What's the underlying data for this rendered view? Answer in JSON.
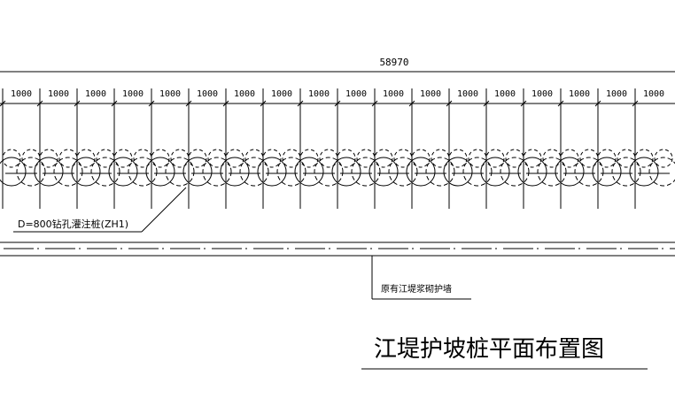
{
  "drawing": {
    "overall_dimension": "58970",
    "spacing_label": "1000",
    "pile_count": 18,
    "pile_callout": "D=800钻孔灌注桩(ZH1)",
    "wall_callout": "原有江堤浆砌护墙",
    "title": "江堤护坡桩平面布置图"
  }
}
